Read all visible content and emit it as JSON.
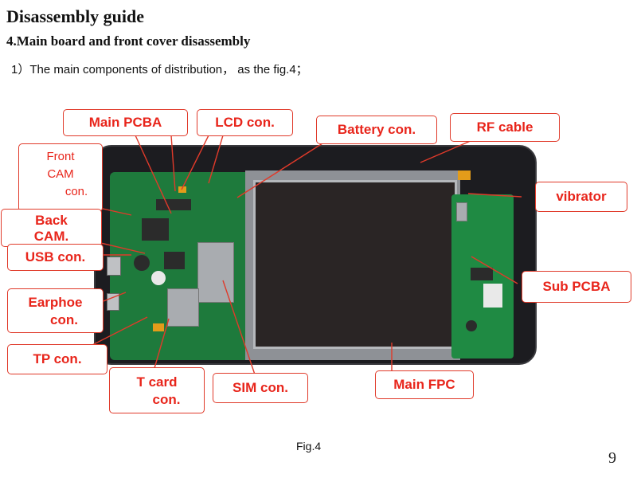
{
  "header": {
    "title": "Disassembly guide",
    "subtitle": "4.Main board and front cover disassembly",
    "description": "1）The main components of distribution， as the fig.4；"
  },
  "figure": {
    "caption": "Fig.4",
    "labels": {
      "main_pcba": "Main PCBA",
      "lcd_con": "LCD con.",
      "battery_con": "Battery con.",
      "rf_cable": "RF cable",
      "front_cam_con_1": "Front",
      "front_cam_con_2": "CAM",
      "front_cam_con_3": "con.",
      "vibrator": "vibrator",
      "back_cam_1": "Back",
      "back_cam_2": "CAM.",
      "usb_con": "USB con.",
      "sub_pcba": "Sub PCBA",
      "earphone_con_1": "Earphoe",
      "earphone_con_2": "con.",
      "tp_con": "TP con.",
      "t_card_con_1": "T card",
      "t_card_con_2": "con.",
      "sim_con": "SIM con.",
      "main_fpc": "Main FPC"
    },
    "colors": {
      "label_text": "#e8251b",
      "label_border": "#e03a2a",
      "pcb_green": "#1e7a3c",
      "device_black": "#1c1c20"
    }
  },
  "footer": {
    "page_number": "9"
  }
}
